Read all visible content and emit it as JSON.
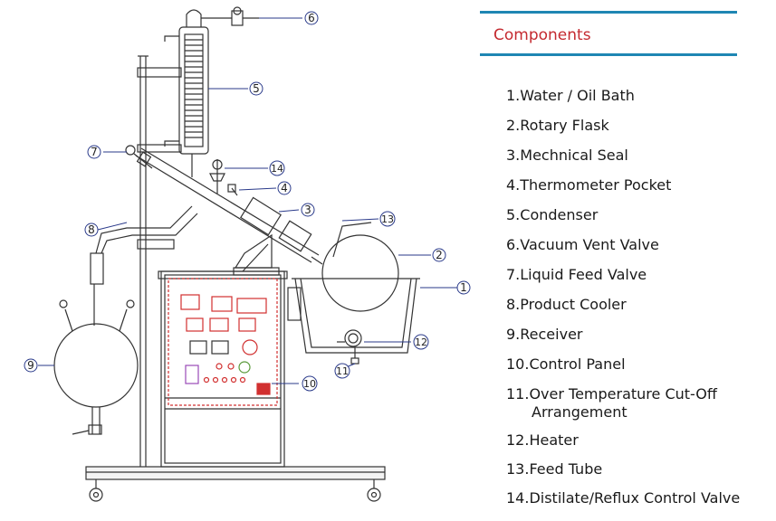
{
  "legend": {
    "title": "Components",
    "items": [
      {
        "text": "1.Water / Oil Bath"
      },
      {
        "text": "2.Rotary Flask"
      },
      {
        "text": "3.Mechnical Seal"
      },
      {
        "text": "4.Thermometer Pocket"
      },
      {
        "text": "5.Condenser"
      },
      {
        "text": "6.Vacuum Vent Valve"
      },
      {
        "text": "7.Liquid Feed Valve"
      },
      {
        "text": "8.Product Cooler"
      },
      {
        "text": "9.Receiver"
      },
      {
        "text": "10.Control Panel"
      },
      {
        "text": "11.Over Temperature Cut-Off",
        "cont": "Arrangement"
      },
      {
        "text": "12.Heater"
      },
      {
        "text": "13.Feed Tube"
      },
      {
        "text": "14.Distilate/Reflux Control Valve"
      }
    ]
  },
  "callouts": [
    "1",
    "2",
    "3",
    "4",
    "5",
    "6",
    "7",
    "8",
    "9",
    "10",
    "11",
    "12",
    "13",
    "14"
  ],
  "colors": {
    "rule": "#1e86b3",
    "title": "#c42a30",
    "callout_line": "#2a3a8a",
    "panel_accent": "#d13030"
  }
}
